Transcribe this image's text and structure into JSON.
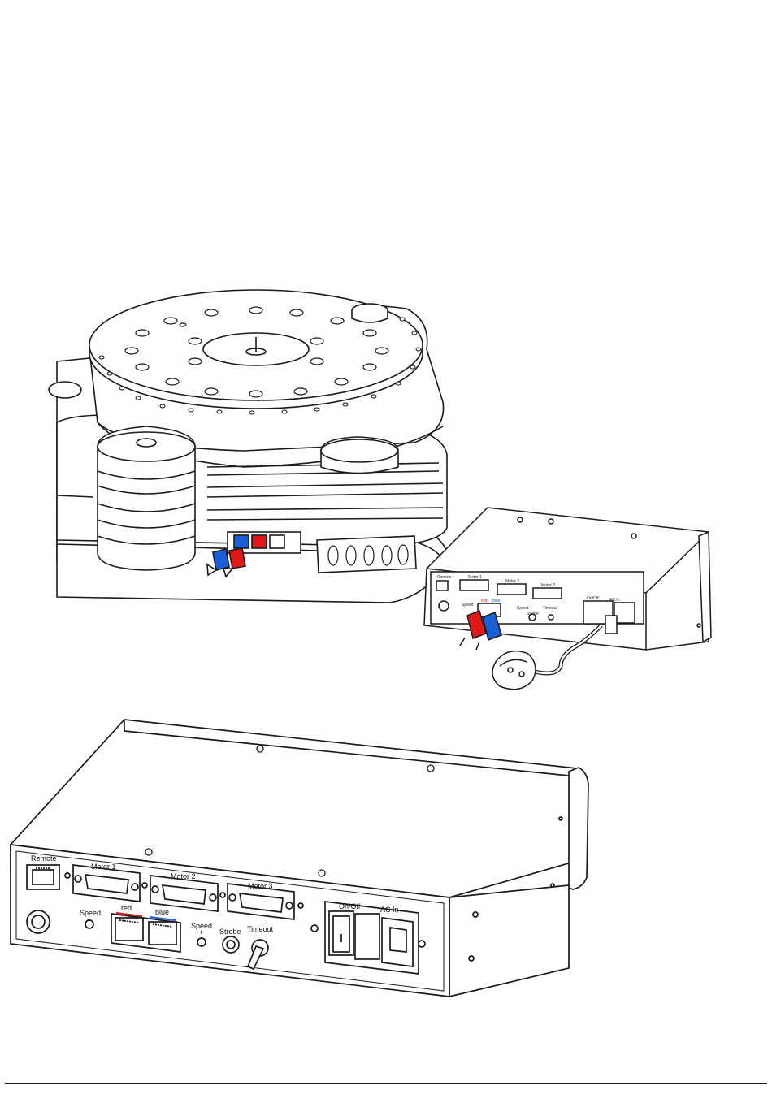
{
  "figure": {
    "colors": {
      "red": "#e01818",
      "blue": "#1a5ed8",
      "line": "#1a1a1a",
      "fill": "#ffffff",
      "shade": "#dcdcdc"
    }
  },
  "small_panel": {
    "labels": [
      "Remote",
      "Motor 1",
      "Motor 2",
      "Motor 3",
      "Speed",
      "red",
      "blue",
      "Speed",
      "Strobe",
      "Timeout",
      "On/Off",
      "AC In"
    ]
  },
  "control_panel": {
    "remote_label": "Remote",
    "motor1_label": "Motor 1",
    "motor2_label": "Motor 2",
    "motor3_label": "Motor 3",
    "speed_minus_label": "Speed",
    "speed_minus_sign": "-",
    "red_label": "red",
    "blue_label": "blue",
    "speed_plus_label": "Speed",
    "speed_plus_sign": "+",
    "strobe_label": "Strobe",
    "timeout_label": "Timeout",
    "onoff_label": "On/Off",
    "acin_label": "AC In"
  }
}
